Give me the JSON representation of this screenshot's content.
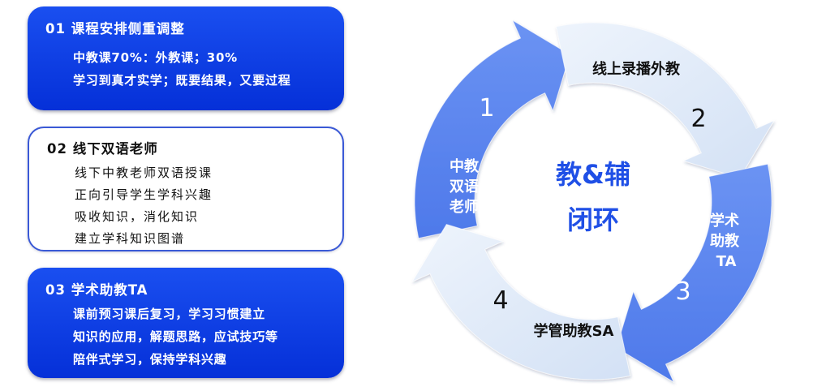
{
  "cards": [
    {
      "title": "01 课程安排侧重调整",
      "lines": [
        "中教课70%：外教课；30%",
        "学习到真才实学；既要结果，又要过程"
      ]
    },
    {
      "title": "02 线下双语老师",
      "lines": [
        "线下中教老师双语授课",
        "正向引导学生学科兴趣",
        "吸收知识，消化知识",
        "建立学科知识图谱"
      ]
    },
    {
      "title": "03 学术助教TA",
      "lines": [
        "课前预习课后复习，学习习惯建立",
        "知识的应用，解题思路，应试技巧等",
        "陪伴式学习，保持学科兴趣"
      ]
    }
  ],
  "cycle": {
    "center": [
      "教&辅",
      "闭环"
    ],
    "segments": [
      {
        "number": "1",
        "label_lines": [
          "中教",
          "双语",
          "老师"
        ]
      },
      {
        "number": "2",
        "label_lines": [
          "线上录播外教"
        ]
      },
      {
        "number": "3",
        "label_lines": [
          "学术",
          "助教",
          "TA"
        ]
      },
      {
        "number": "4",
        "label_lines": [
          "学管助教SA"
        ]
      }
    ]
  },
  "colors": {
    "card_blue": "#0a36e0",
    "card_border": "#3a59d6",
    "arrow_blue": "#5b86f0",
    "arrow_light": "#dce8f8",
    "center_text": "#1f4fe6"
  }
}
